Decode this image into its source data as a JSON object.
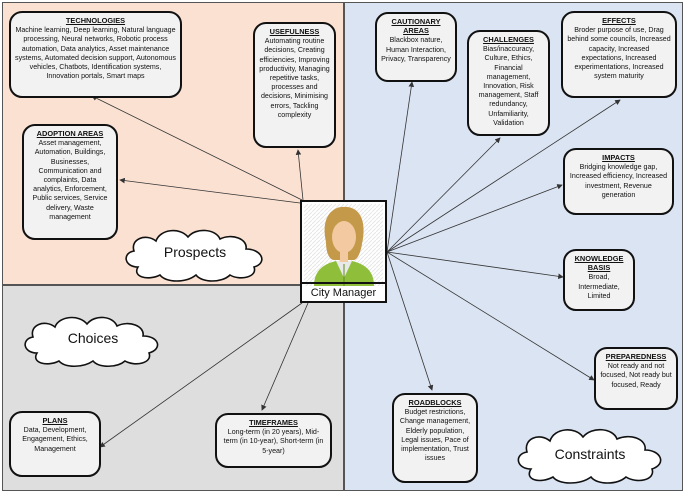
{
  "regions": {
    "prospects": "Prospects",
    "choices": "Choices",
    "constraints": "Constraints"
  },
  "center": {
    "label": "City Manager",
    "icon": "city-manager-avatar-icon"
  },
  "boxes": {
    "technologies": {
      "title": "TECHNOLOGIES",
      "body": "Machine learning, Deep learning, Natural language processing, Neural networks, Robotic process automation, Data analytics, Asset maintenance systems, Automated decision support, Autonomous vehicles, Chatbots, Identification systems, Innovation portals, Smart maps"
    },
    "usefulness": {
      "title": "USEFULNESS",
      "body": "Automating routine decisions, Creating efficiencies, Improving productivity, Managing repetitive tasks, processes and decisions, Minimising errors, Tackling complexity"
    },
    "adoption": {
      "title": "ADOPTION AREAS",
      "body": "Asset management, Automation, Buildings, Businesses, Communication and complaints, Data analytics, Enforcement, Public services, Service delivery, Waste management"
    },
    "cautionary": {
      "title": "CAUTIONARY AREAS",
      "body": "Blackbox nature, Human Interaction, Privacy, Transparency"
    },
    "challenges": {
      "title": "CHALLENGES",
      "body": "Bias/inaccuracy, Culture, Ethics, Financial management, Innovation, Risk management, Staff redundancy, Unfamiliarity, Validation"
    },
    "effects": {
      "title": "EFFECTS",
      "body": "Broder purpose of use, Drag behind some councils, Increased capacity, Increased expectations, Increased experimentations, Increased system maturity"
    },
    "impacts": {
      "title": "IMPACTS",
      "body": "Bridging knowledge gap, Increased efficiency, Increased investment, Revenue generation"
    },
    "knowledge": {
      "title": "KNOWLEDGE BASIS",
      "body": "Broad, Intermediate, Limited"
    },
    "preparedness": {
      "title": "PREPAREDNESS",
      "body": "Not ready and not focused, Not ready but focused, Ready"
    },
    "roadblocks": {
      "title": "ROADBLOCKS",
      "body": "Budget restrictions, Change management, Elderly population, Legal issues, Pace of implementation, Trust issues"
    },
    "plans": {
      "title": "PLANS",
      "body": "Data, Development, Engagement, Ethics, Management"
    },
    "timeframes": {
      "title": "TIMEFRAMES",
      "body": "Long-term (in 20 years), Mid-term (in 10-year), Short-term (in 5-year)"
    }
  },
  "colors": {
    "prospects_bg": "#fbe1d2",
    "choices_bg": "#dedede",
    "constraints_bg": "#dbe4f3",
    "box_bg": "#f2f2f2",
    "hair": "#c49a4a",
    "jacket": "#8fbf3a"
  }
}
